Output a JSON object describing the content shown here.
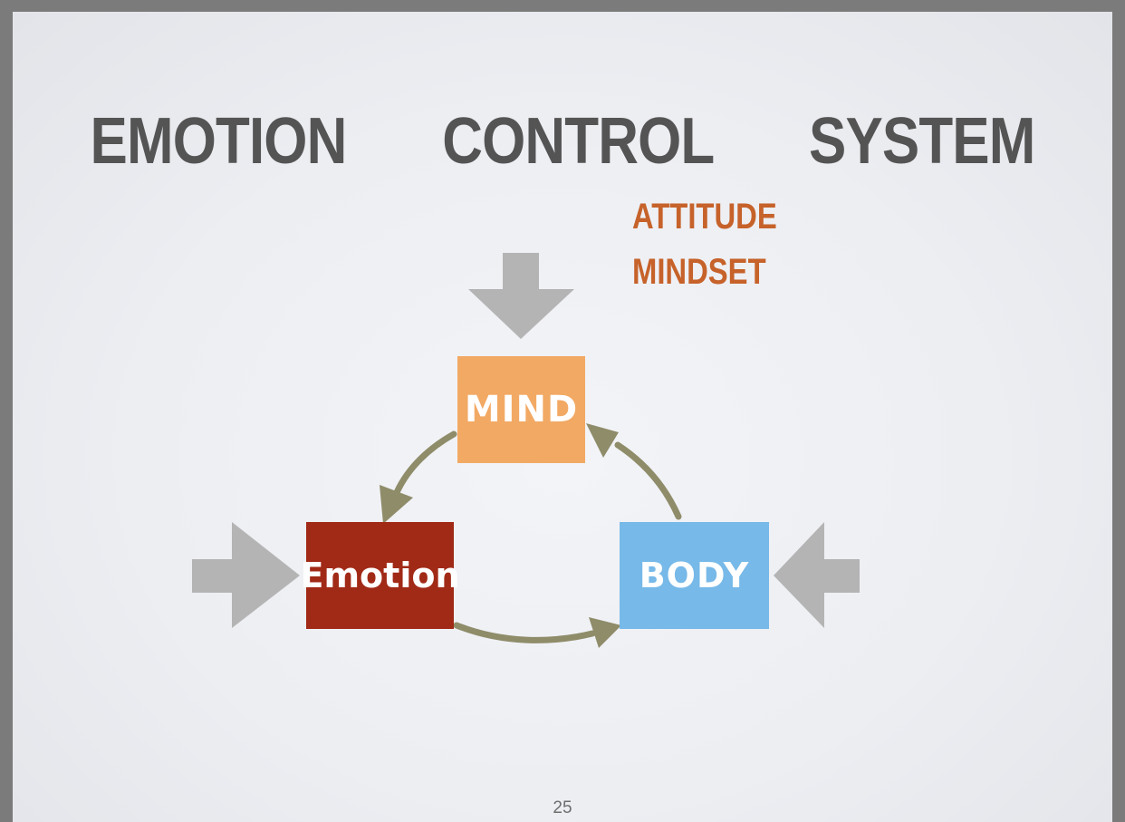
{
  "slide": {
    "title": "EMOTION   CONTROL   SYSTEM",
    "annotations": [
      "ATTITUDE",
      "MINDSET"
    ],
    "page_number": "25"
  },
  "nodes": {
    "mind": {
      "label": "MIND",
      "color": "#f2a964"
    },
    "emotion": {
      "label": "Emotion",
      "color": "#a12a17"
    },
    "body": {
      "label": "BODY",
      "color": "#77b9e8"
    }
  },
  "colors": {
    "input_arrow": "#b4b4b4",
    "cycle_arrow": "#8f8c6a",
    "annotation_text": "#c6622a",
    "title_text": "#545454"
  }
}
